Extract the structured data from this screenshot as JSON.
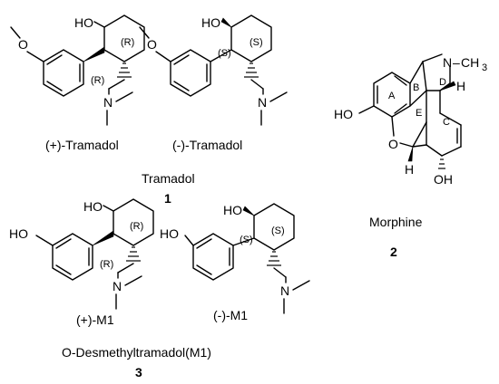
{
  "atoms": {
    "methoxy_o": "O",
    "hydroxy": "HO",
    "oh": "OH",
    "n": "N",
    "ch3": "CH",
    "ch3_sub": "3",
    "h": "H",
    "ring_o": "O",
    "dash": "–"
  },
  "stereo": {
    "r": "(R)",
    "s": "(S)"
  },
  "rings": {
    "a": "A",
    "b": "B",
    "c": "C",
    "d": "D",
    "e": "E"
  },
  "captions": {
    "plus_tramadol": "(+)-Tramadol",
    "minus_tramadol": "(-)-Tramadol",
    "tramadol": "Tramadol",
    "tramadol_num": "1",
    "plus_m1": "(+)-M1",
    "minus_m1": "(-)-M1",
    "m1_group": "O-Desmethyltramadol(M1)",
    "m1_num": "3",
    "morphine": "Morphine",
    "morphine_num": "2"
  }
}
